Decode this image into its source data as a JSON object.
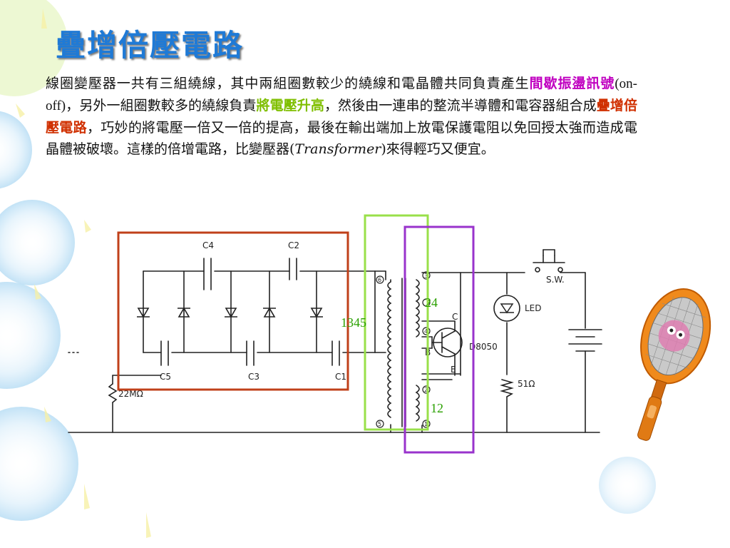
{
  "slide": {
    "title": "疊增倍壓電路",
    "paragraph": {
      "p1": "線圈變壓器一共有三組繞線，其中兩組圈數較少的繞線和電晶體共同負責產生",
      "hl1": "間歇振盪訊號",
      "p2": "(on-off)",
      "p3": "，另外一組圈數較多的繞線負責",
      "hl2": "將電壓升高",
      "p4": "，然後由一連串的整流半導體和電容器組合成",
      "hl3": "疊增倍壓電路",
      "p5": "，巧妙的將電壓一倍又一倍的提高，最後在輸出端加上放電保護電阻以免回授太強而造成電晶體被破壞。這樣的倍增電路，比變壓器(",
      "p6": "Transformer",
      "p7": ")來得輕巧又便宜。"
    },
    "highlight_colors": {
      "purple": "#c000c0",
      "green": "#7fbf00",
      "red": "#d03000",
      "title": "#1f7ad6"
    }
  },
  "circuit": {
    "capacitor_labels": [
      "C4",
      "C2",
      "C5",
      "C3",
      "C1"
    ],
    "resistor_label": "22MΩ",
    "transistor_label": "D8050",
    "transistor_pins": [
      "C",
      "B",
      "E"
    ],
    "switch_label": "S.W.",
    "led_label": "LED",
    "resistor2_label": "51Ω",
    "pin_labels": [
      "6",
      "5",
      "3",
      "4",
      "2",
      "1"
    ],
    "annotations": {
      "green_box": "1345",
      "purple_box_top": "24",
      "purple_box_bottom": "12"
    },
    "box_colors": {
      "multiplier": "#c0401a",
      "winding": "#99e04a",
      "primary": "#9933cc",
      "annotation_text": "#2aa000"
    }
  }
}
